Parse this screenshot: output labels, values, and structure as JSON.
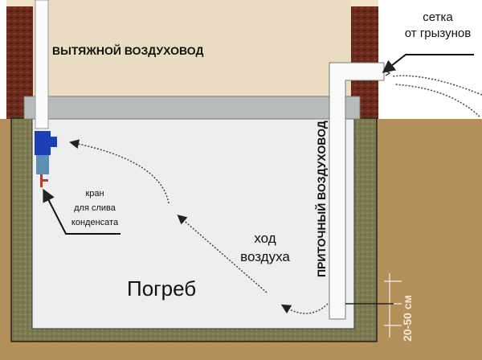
{
  "labels": {
    "exhaust_duct": "ВЫТЯЖНОЙ ВОЗДУХОВОД",
    "mesh_line1": "сетка",
    "mesh_line2": "от грызунов",
    "intake_duct": "ПРИТОЧНЫЙ ВОЗДУХОВОД",
    "valve_line1": "кран",
    "valve_line2": "для слива",
    "valve_line3": "конденсата",
    "airflow_line1": "ход",
    "airflow_line2": "воздуха",
    "cellar": "Погреб",
    "dimension": "20-50 см"
  },
  "colors": {
    "ground": "#b38f5a",
    "wall_insulation": "#7d7a52",
    "brick": "#6b2a1c",
    "house_interior": "#e9dcc3",
    "cellar_interior": "#eceef0",
    "slab": "#b9bcbc",
    "valve": "#1d3fb5"
  }
}
